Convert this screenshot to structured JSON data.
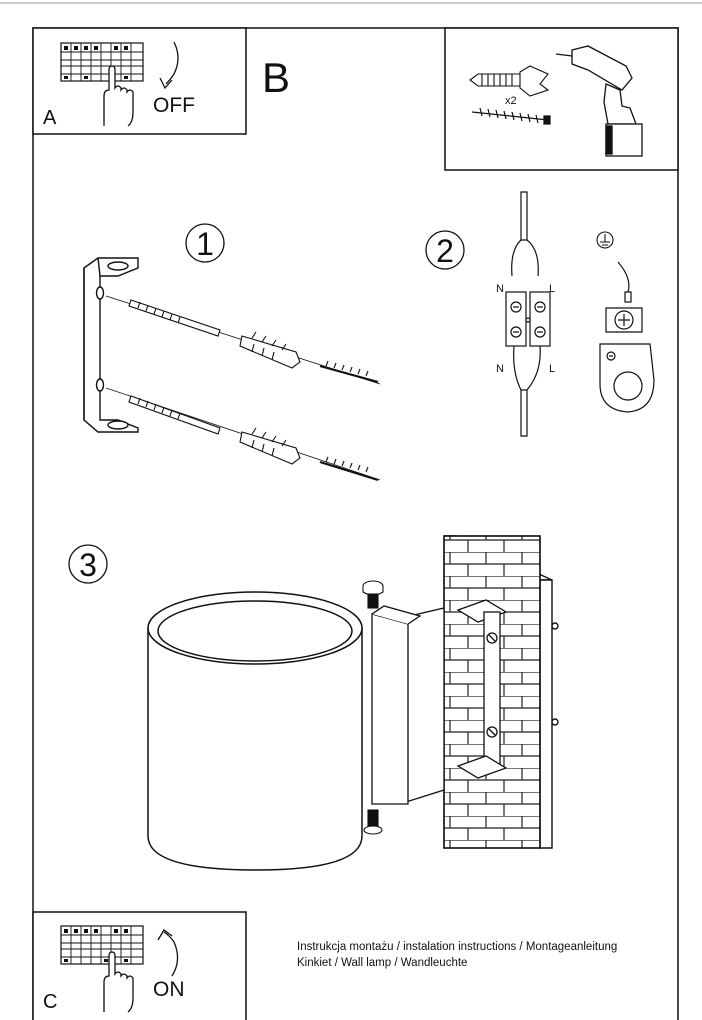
{
  "panel_a": {
    "letter": "A",
    "action": "OFF"
  },
  "panel_b": {
    "letter": "B",
    "screw_count": "x2"
  },
  "steps": [
    {
      "number": "1"
    },
    {
      "number": "2"
    },
    {
      "number": "3"
    }
  ],
  "wiring": {
    "left_label": "N",
    "right_label": "L"
  },
  "panel_c": {
    "letter": "C",
    "action": "ON"
  },
  "caption": {
    "line1": "Instrukcja montażu / instalation instructions / Montageanleitung",
    "line2": "Kinkiet / Wall lamp / Wandleuchte"
  },
  "colors": {
    "line": "#111111",
    "background": "#ffffff"
  }
}
